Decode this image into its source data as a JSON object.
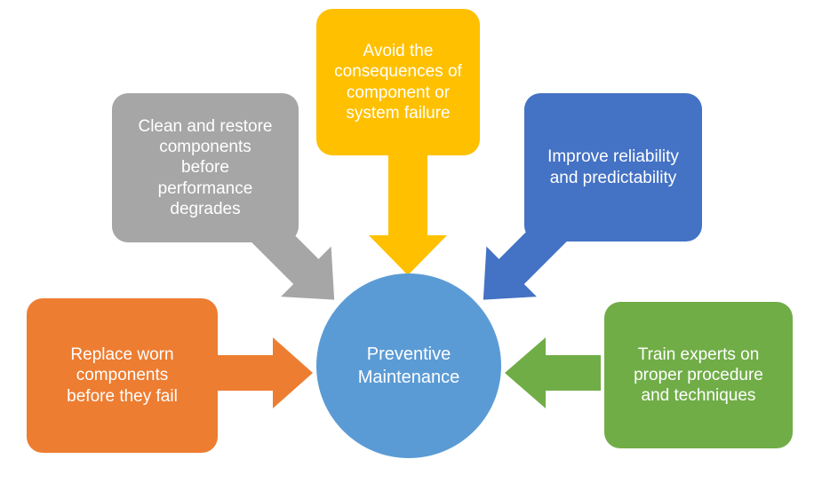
{
  "background": "#FFFFFF",
  "center": {
    "label": "Preventive\nMaintenance",
    "color": "#5B9BD5",
    "text_color": "#FFFFFF"
  },
  "nodes": {
    "clean": {
      "label": "Clean and restore\ncomponents\nbefore\nperformance\ndegrades",
      "color": "#A6A6A6",
      "arrow_direction": "diagonal-down-right"
    },
    "avoid": {
      "label": "Avoid the\nconsequences of\ncomponent or\nsystem failure",
      "color": "#FFC000",
      "arrow_direction": "down"
    },
    "improve": {
      "label": "Improve reliability\nand predictability",
      "color": "#4472C4",
      "arrow_direction": "diagonal-down-left"
    },
    "replace": {
      "label": "Replace worn\ncomponents\nbefore they fail",
      "color": "#ED7D31",
      "arrow_direction": "right"
    },
    "train": {
      "label": "Train experts on\nproper procedure\nand techniques",
      "color": "#70AD47",
      "arrow_direction": "left"
    }
  }
}
